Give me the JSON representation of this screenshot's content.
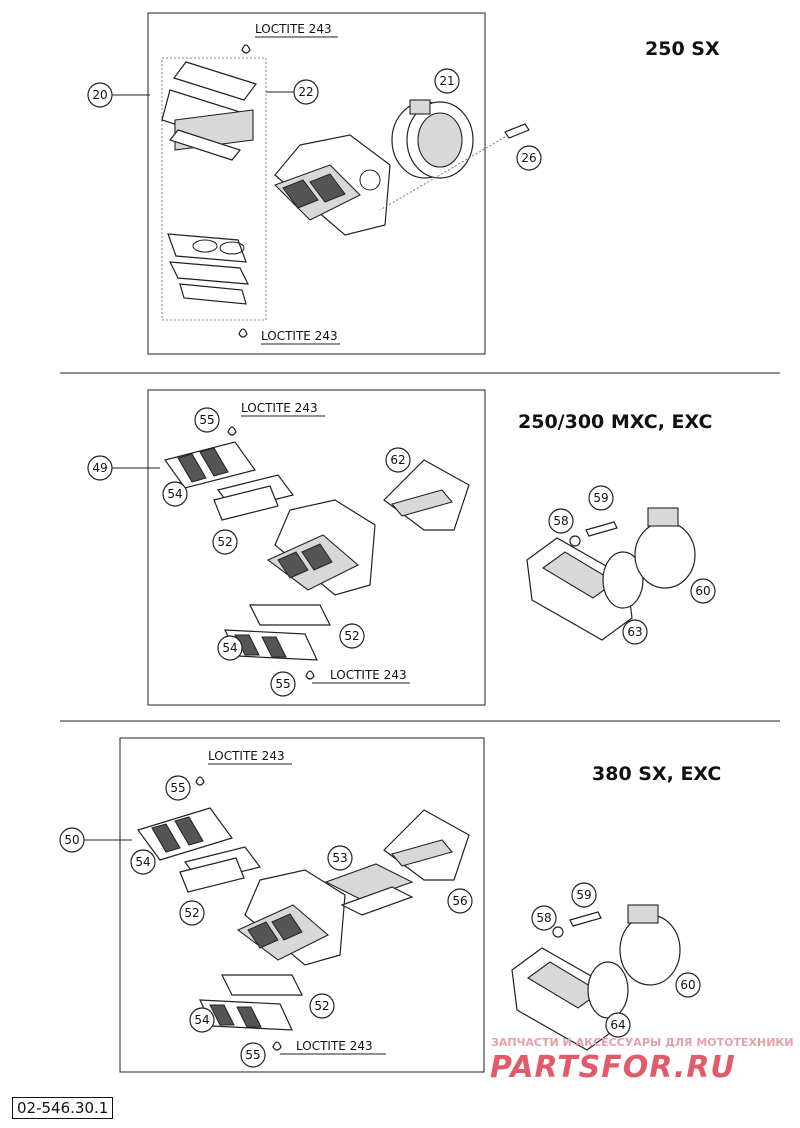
{
  "sections": [
    {
      "model": "250 SX",
      "callouts": [
        "20",
        "22",
        "21",
        "26"
      ],
      "loctite": [
        "LOCTITE 243",
        "LOCTITE 243"
      ]
    },
    {
      "model": "250/300 MXC, EXC",
      "callouts": [
        "49",
        "55",
        "54",
        "52",
        "62",
        "58",
        "59",
        "60",
        "63",
        "52",
        "54",
        "55"
      ],
      "loctite": [
        "LOCTITE 243",
        "LOCTITE 243"
      ]
    },
    {
      "model": "380 SX, EXC",
      "callouts": [
        "50",
        "55",
        "54",
        "52",
        "53",
        "56",
        "58",
        "59",
        "60",
        "52",
        "64",
        "54",
        "55"
      ],
      "loctite": [
        "LOCTITE 243",
        "LOCTITE 243"
      ]
    }
  ],
  "reference": "02-546.30.1",
  "watermark": {
    "line1": "ЗАПЧАСТИ И АКСЕССУАРЫ ДЛЯ МОТОТЕХНИКИ",
    "line2": "PARTSFOR.RU"
  }
}
